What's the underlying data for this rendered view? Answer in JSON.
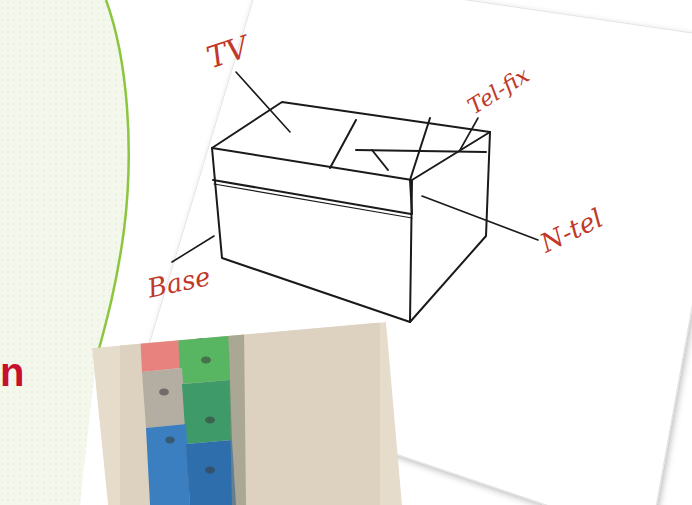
{
  "diagram": {
    "labels": [
      "n",
      "TV",
      "Tel-fix",
      "N-tel",
      "Base"
    ]
  }
}
